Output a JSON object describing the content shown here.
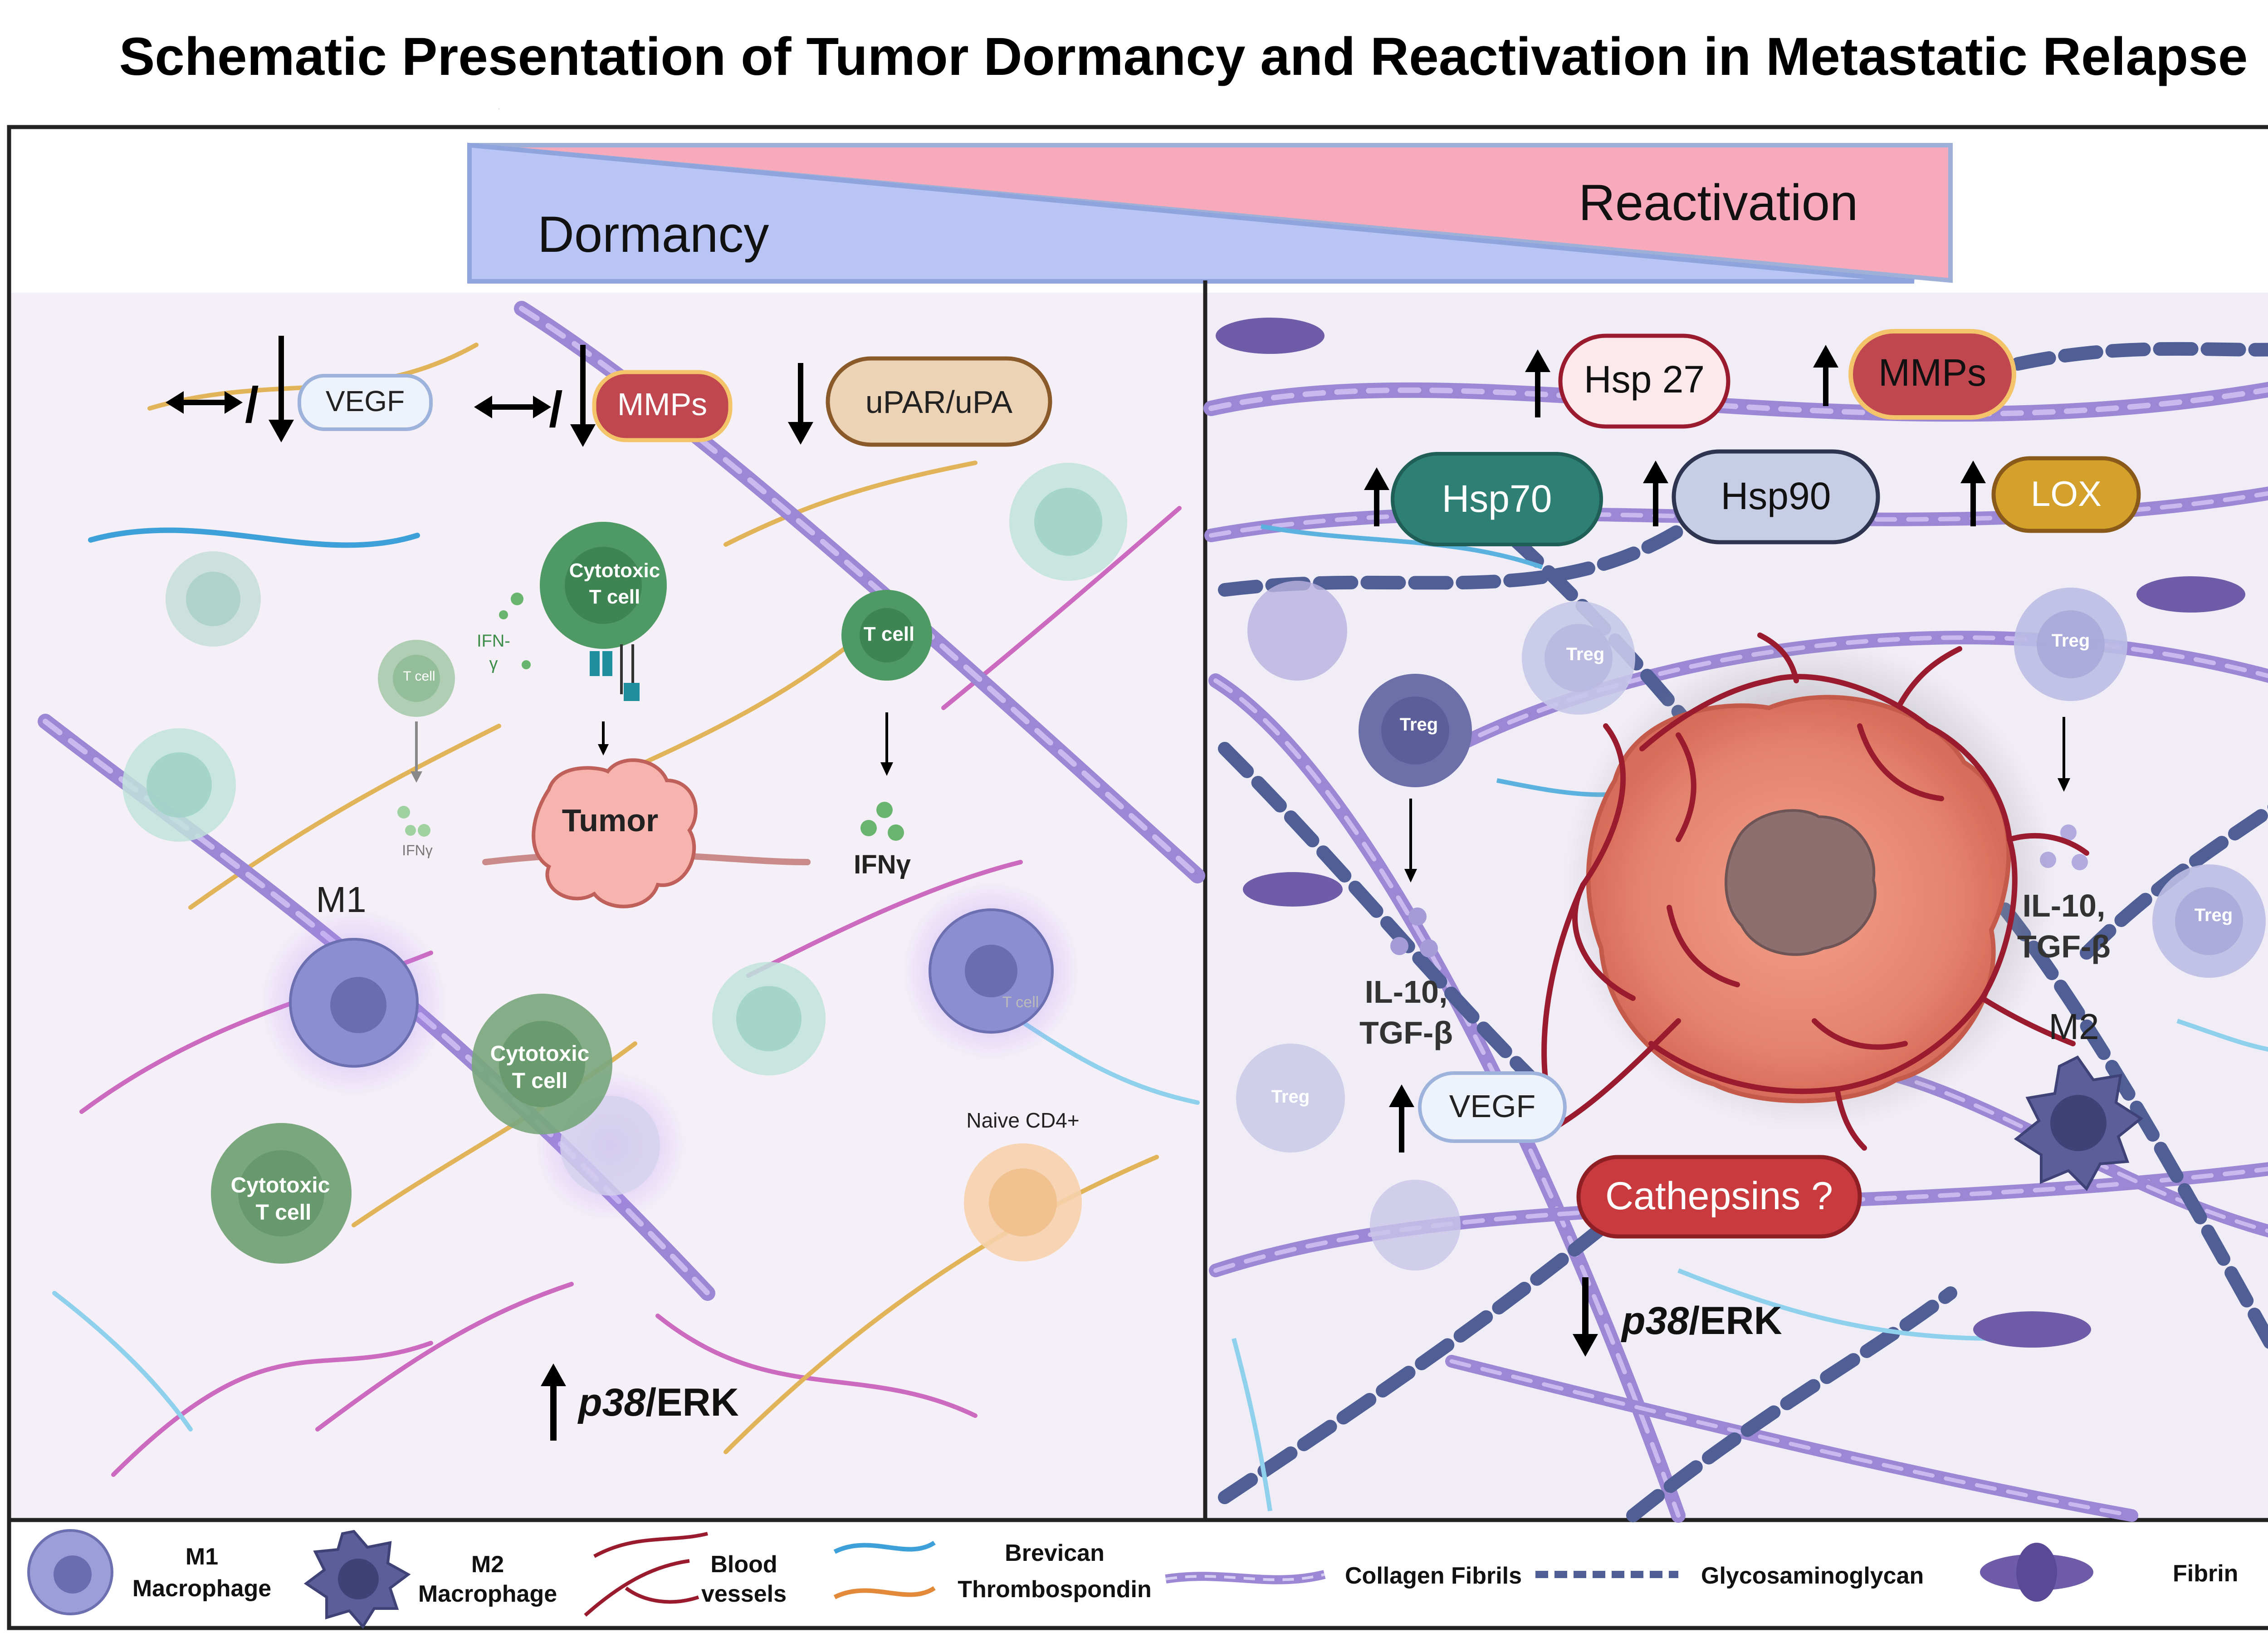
{
  "title": "Schematic Presentation of Tumor Dormancy and Reactivation in Metastatic Relapse",
  "gradient": {
    "left_label": "Dormancy",
    "right_label": "Reactivation"
  },
  "dormancy_panel": {
    "vegf": "VEGF",
    "mmps": "MMPs",
    "upar": "uPAR/uPA",
    "cytotoxic_top": [
      "Cytotoxic",
      "T cell"
    ],
    "tcell_small": "T cell",
    "ifn_small": [
      "IFN-",
      "γ"
    ],
    "tumor": "Tumor",
    "tcell_right": "T cell",
    "ifng_right": "IFNγ",
    "ifng_small": "IFNγ",
    "m1": "M1",
    "cytotoxic_mid": [
      "Cytotoxic",
      "T cell"
    ],
    "cytotoxic_low": [
      "Cytotoxic",
      "T cell"
    ],
    "tcell_faint": "T cell",
    "naive": "Naive CD4+",
    "p38": "p38",
    "erk": "/ERK"
  },
  "reactivation_panel": {
    "hsp27": "Hsp 27",
    "mmps": "MMPs",
    "hsp70": "Hsp70",
    "hsp90": "Hsp90",
    "lox": "LOX",
    "treg_labels": [
      "Treg",
      "Treg",
      "Treg",
      "Treg",
      "Treg"
    ],
    "il10_right": [
      "IL-10,",
      "TGF-β"
    ],
    "il10_left": [
      "IL-10,",
      "TGF-β"
    ],
    "m2": "M2",
    "vegf": "VEGF",
    "cathepsins": "Cathepsins ?",
    "p38": "p38",
    "erk": "/ERK"
  },
  "legend": {
    "m1": [
      "M1",
      "Macrophage"
    ],
    "m2": [
      "M2",
      "Macrophage"
    ],
    "blood": [
      "Blood",
      "vessels"
    ],
    "brevican": [
      "Brevican",
      "Thrombospondin"
    ],
    "collagen": "Collagen Fibrils",
    "gag": "Glycosaminoglycan",
    "fibrin": "Fibrin"
  },
  "colors": {
    "dormancy_blue": "#b9c5f5",
    "reactivation_pink": "#f4a8b8",
    "panel_bg": "#f5f0f7",
    "mmps_red": "#c0474f",
    "upar_tan": "#ecd3b5",
    "hsp70_teal": "#2e7f74",
    "hsp90_lavender": "#c8cde6",
    "lox_gold": "#d4a12a",
    "cathepsins_red": "#c93a3f",
    "treg_purple": "#6c6fa8",
    "collagen": "#8f82c4",
    "gag": "#4f5f95",
    "vessel": "#9b1b2e"
  }
}
